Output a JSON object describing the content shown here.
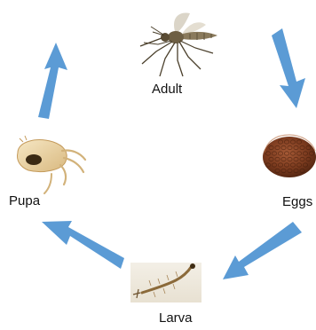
{
  "stages": {
    "adult": {
      "label": "Adult",
      "illustration": "mosquito-adult"
    },
    "eggs": {
      "label": "Eggs",
      "illustration": "mosquito-egg-raft"
    },
    "larva": {
      "label": "Larva",
      "illustration": "mosquito-larva"
    },
    "pupa": {
      "label": "Pupa",
      "illustration": "mosquito-pupa"
    }
  },
  "colors": {
    "arrow": "#5b9bd5",
    "background": "#ffffff",
    "label": "#111111"
  },
  "cycle_direction": "clockwise"
}
